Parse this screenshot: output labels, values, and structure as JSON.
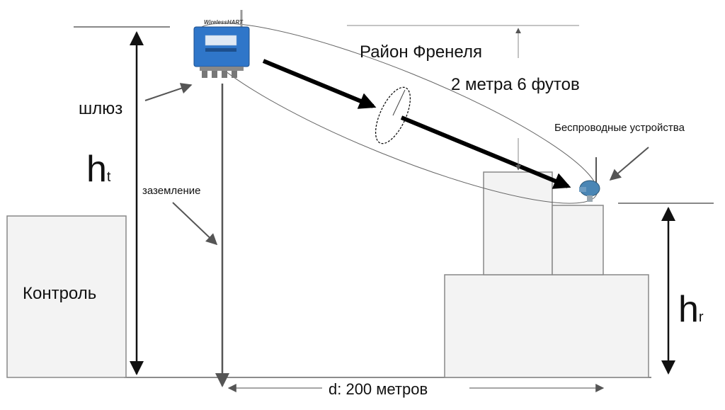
{
  "labels": {
    "fresnel_zone": "Район Френеля",
    "clearance": "2 метра 6 футов",
    "wireless_devices": "Беспроводные устройства",
    "gateway": "шлюз",
    "ground": "заземление",
    "control": "Контроль",
    "distance": "d: 200 метров",
    "transmitter_height": "h",
    "transmitter_height_sub": "t",
    "receiver_height": "h",
    "receiver_height_sub": "r",
    "gateway_brand": "WirelessHART"
  },
  "colors": {
    "line": "#111111",
    "annotation_arrow": "#555555",
    "box_fill": "#f3f3f3",
    "box_stroke": "#888888",
    "gateway_body": "#2f76c9",
    "transmitter_body": "#4a86b5"
  }
}
